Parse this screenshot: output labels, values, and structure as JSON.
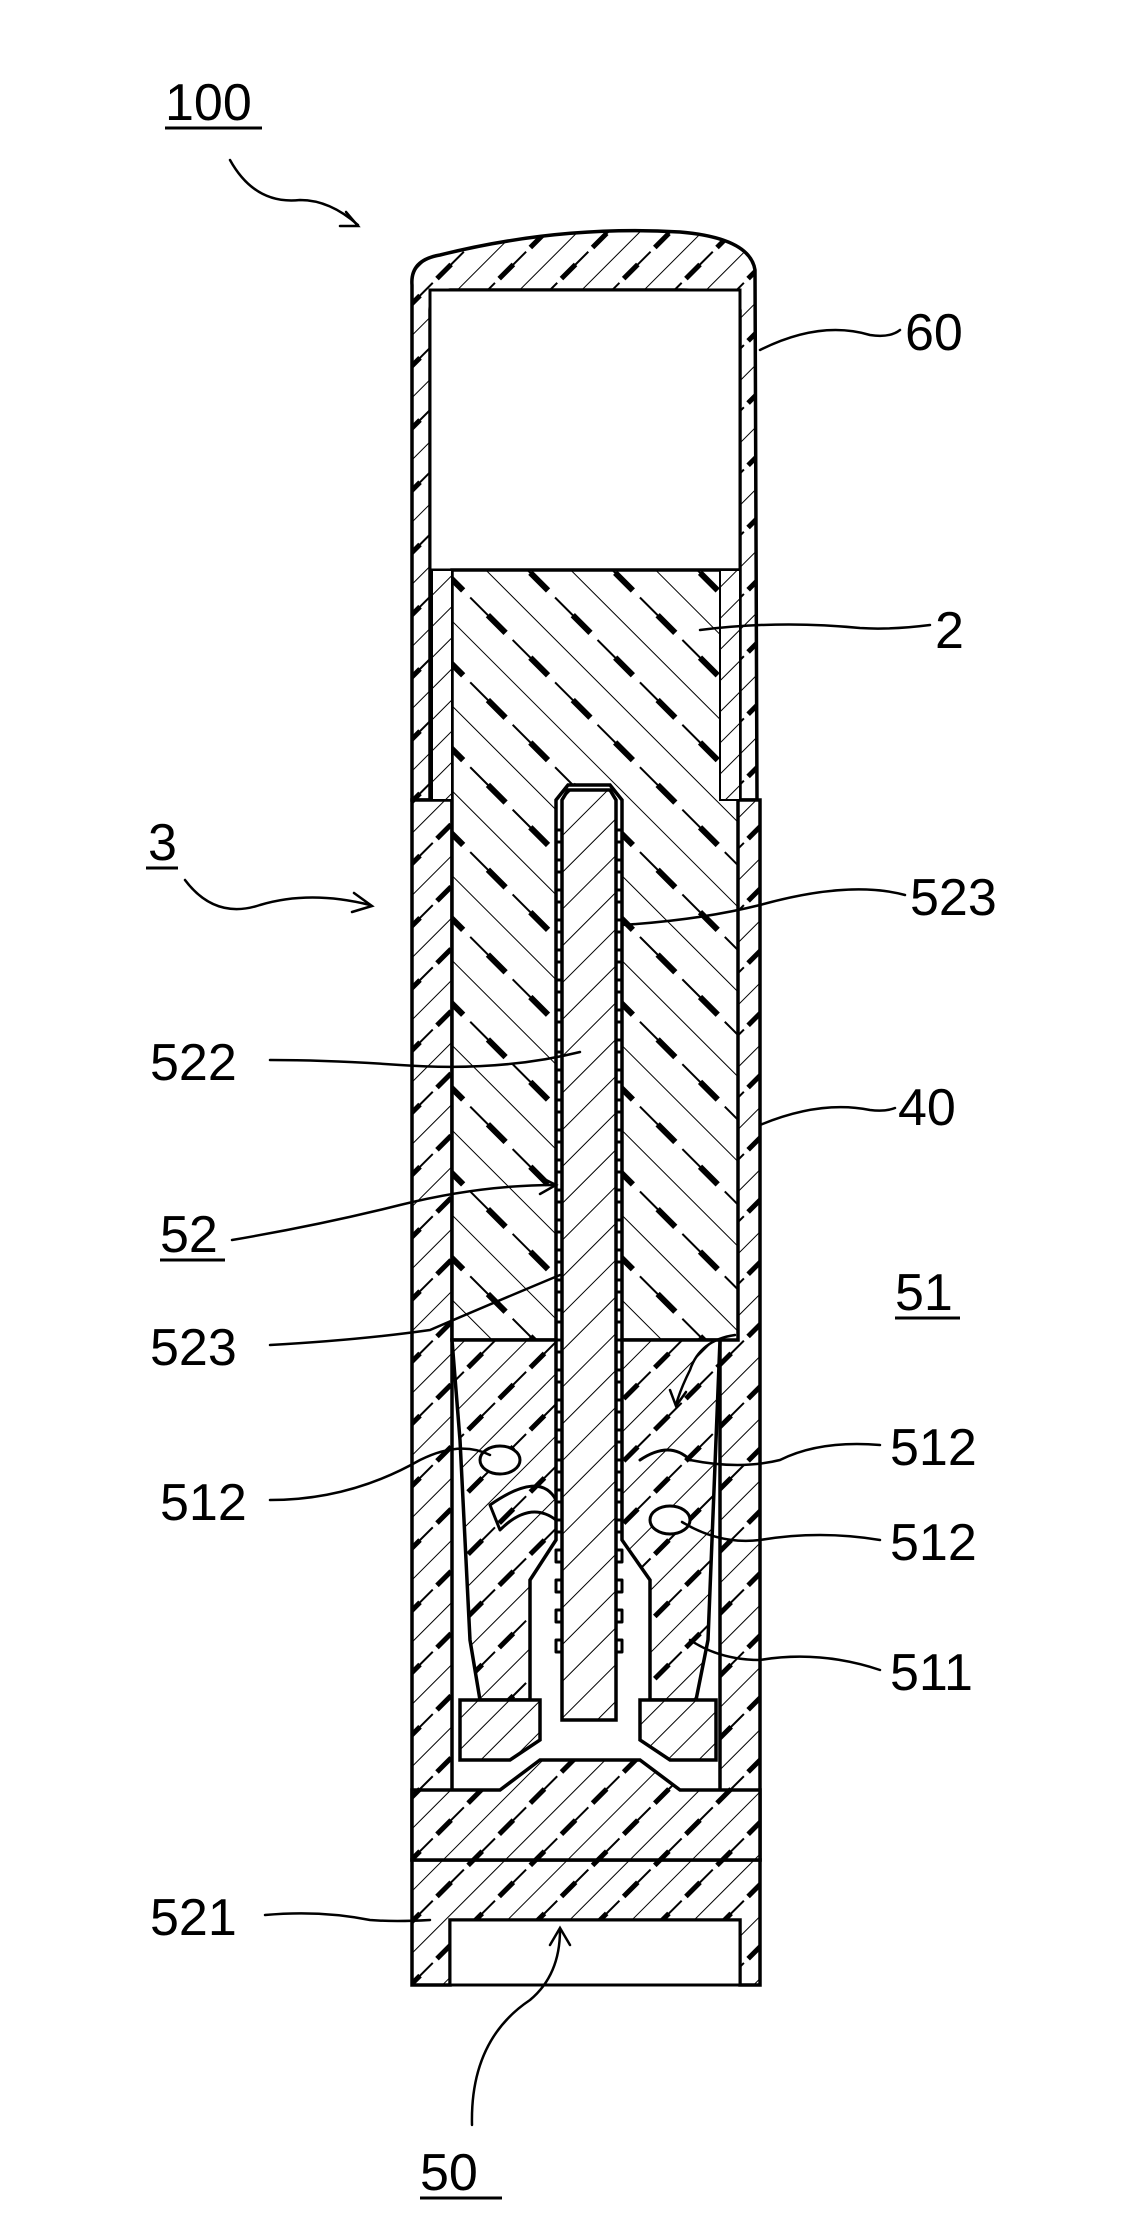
{
  "figure": {
    "labels": {
      "l100": "100",
      "l60": "60",
      "l2": "2",
      "l3": "3",
      "l523a": "523",
      "l522": "522",
      "l40": "40",
      "l52": "52",
      "l51": "51",
      "l523b": "523",
      "l512a": "512",
      "l512b": "512",
      "l512c": "512",
      "l511": "511",
      "l521": "521",
      "l50": "50"
    },
    "underlined": [
      "l100",
      "l3",
      "l52",
      "l51",
      "l50"
    ]
  }
}
